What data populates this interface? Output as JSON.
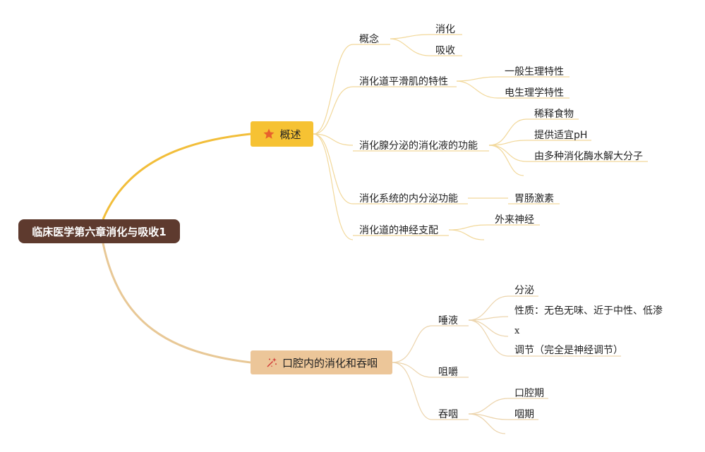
{
  "mindmap": {
    "root": "临床医学第六章消化与吸收1",
    "branch1": {
      "label": "概述",
      "icon": "star-icon",
      "color": "#f6c233",
      "items": [
        {
          "label": "概念",
          "children": [
            "消化",
            "吸收"
          ]
        },
        {
          "label": "消化道平滑肌的特性",
          "children": [
            "一般生理特性",
            "电生理学特性"
          ]
        },
        {
          "label": "消化腺分泌的消化液的功能",
          "children": [
            "稀释食物",
            "提供适宜pH",
            "由多种消化酶水解大分子",
            ""
          ]
        },
        {
          "label": "消化系统的内分泌功能",
          "children": [
            "胃肠激素"
          ]
        },
        {
          "label": "消化道的神经支配",
          "children": [
            "外来神经",
            ""
          ]
        }
      ]
    },
    "branch2": {
      "label": "口腔内的消化和吞咽",
      "icon": "sparkle-icon",
      "color": "#ecc699",
      "items": [
        {
          "label": "唾液",
          "children": [
            "分泌",
            "性质：无色无味、近于中性、低渗",
            "x",
            "调节（完全是神经调节）"
          ]
        },
        {
          "label": "咀嚼",
          "children": []
        },
        {
          "label": "吞咽",
          "children": [
            "口腔期",
            "咽期",
            ""
          ]
        }
      ]
    }
  }
}
